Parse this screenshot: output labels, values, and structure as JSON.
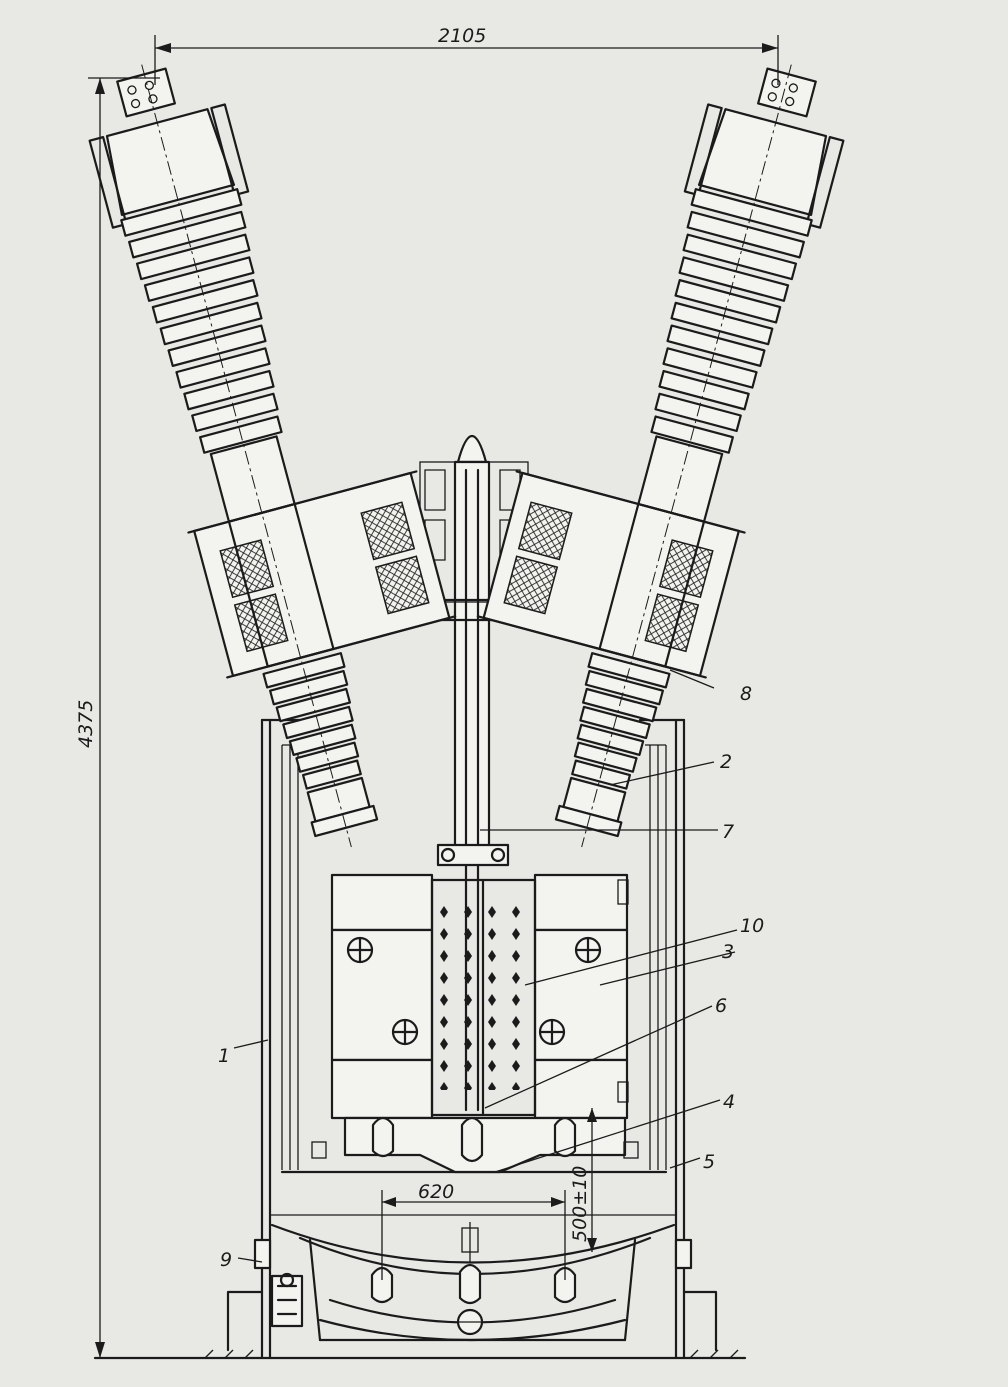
{
  "dimensions": {
    "width_top": "2105",
    "height_total": "4375",
    "electrode_spacing": "620",
    "gap": "500±10"
  },
  "callouts": [
    {
      "id": "1",
      "text": "1"
    },
    {
      "id": "2",
      "text": "2"
    },
    {
      "id": "3",
      "text": "3"
    },
    {
      "id": "4",
      "text": "4"
    },
    {
      "id": "5",
      "text": "5"
    },
    {
      "id": "6",
      "text": "6"
    },
    {
      "id": "7",
      "text": "7"
    },
    {
      "id": "8",
      "text": "8"
    },
    {
      "id": "9",
      "text": "9"
    },
    {
      "id": "10",
      "text": "10"
    }
  ]
}
